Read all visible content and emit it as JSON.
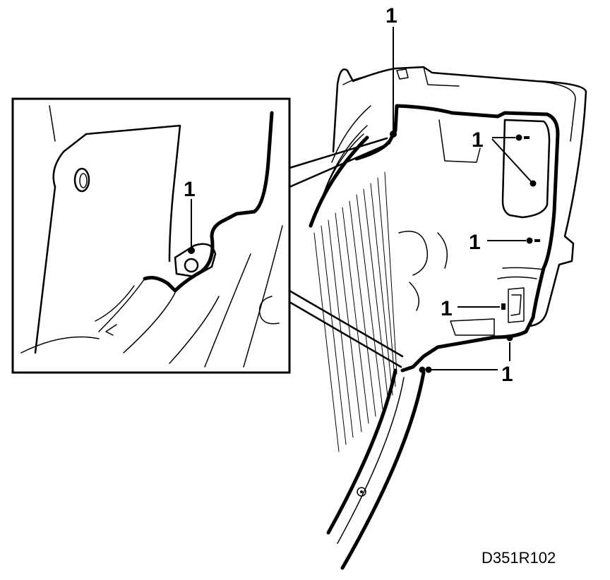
{
  "figure_code": "D351R102",
  "callouts": [
    "1",
    "1",
    "1",
    "1",
    "1",
    "1"
  ],
  "colors": {
    "ink": "#000000",
    "paper": "#ffffff"
  }
}
